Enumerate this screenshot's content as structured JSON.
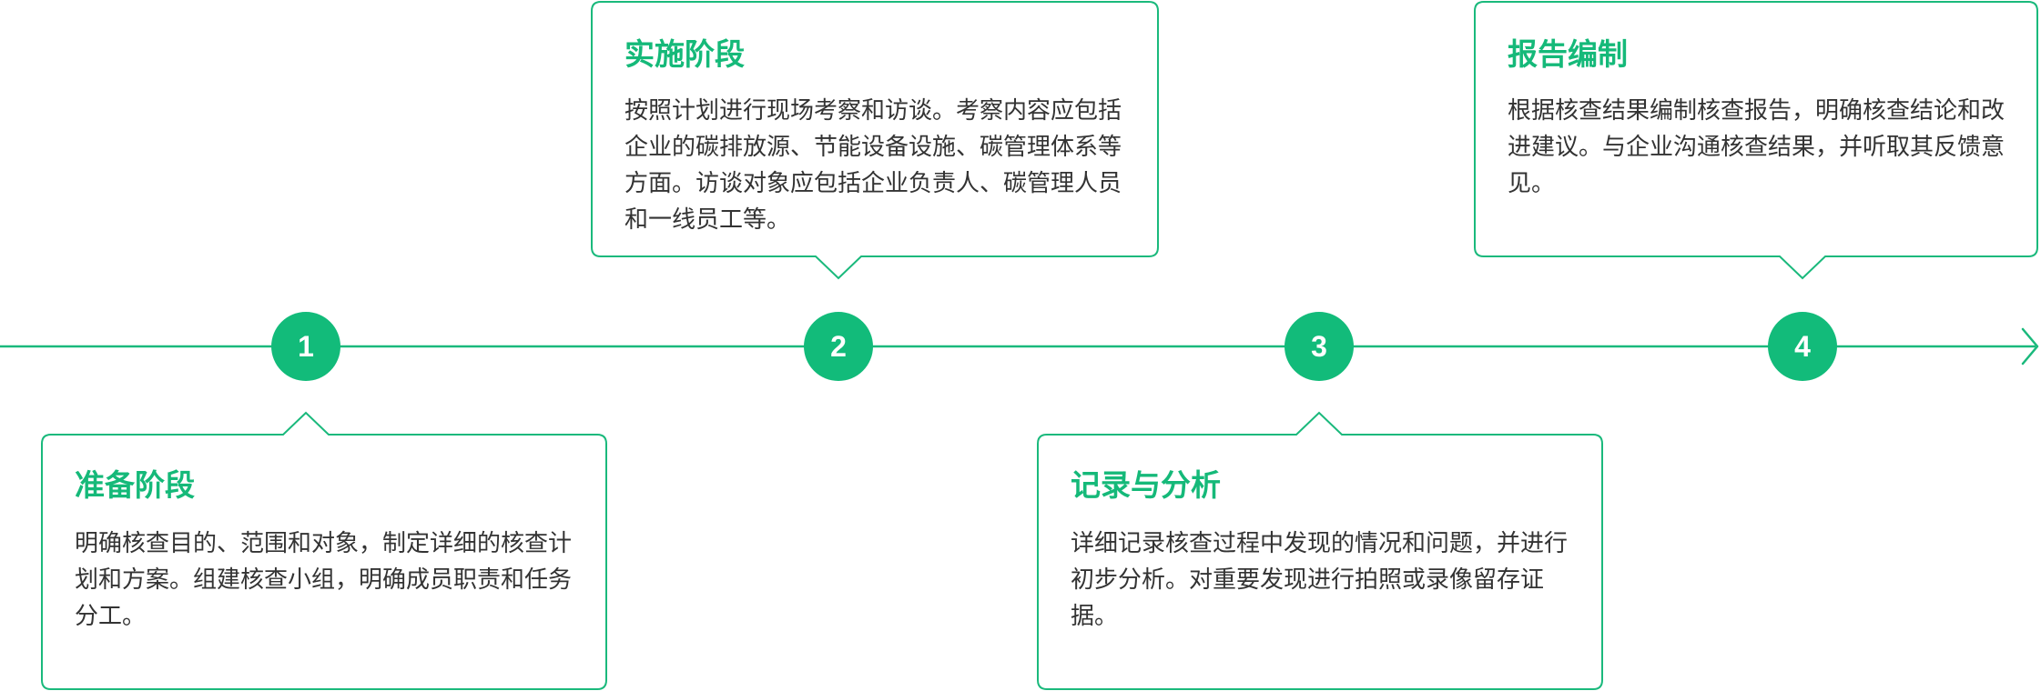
{
  "accent_color": "#15b979",
  "line_color": "#1ab97c",
  "text_color": "#333333",
  "steps": [
    {
      "number": "1",
      "title": "准备阶段",
      "body": "明确核查目的、范围和对象，制定详细的核查计划和方案。组建核查小组，明确成员职责和任务分工。"
    },
    {
      "number": "2",
      "title": "实施阶段",
      "body": "按照计划进行现场考察和访谈。考察内容应包括企业的碳排放源、节能设备设施、碳管理体系等方面。访谈对象应包括企业负责人、碳管理人员和一线员工等。"
    },
    {
      "number": "3",
      "title": "记录与分析",
      "body": "详细记录核查过程中发现的情况和问题，并进行初步分析。对重要发现进行拍照或录像留存证据。"
    },
    {
      "number": "4",
      "title": "报告编制",
      "body": "根据核查结果编制核查报告，明确核查结论和改进建议。与企业沟通核查结果，并听取其反馈意见。"
    }
  ]
}
